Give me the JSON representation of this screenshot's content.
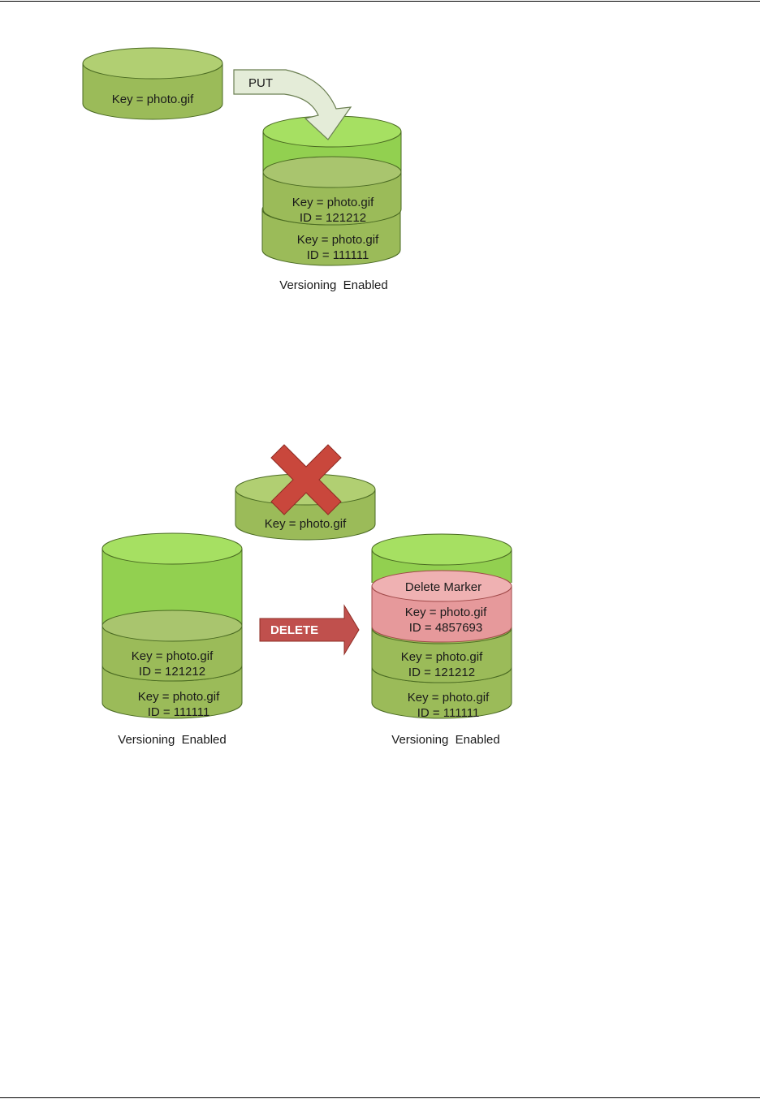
{
  "colors": {
    "object_fill": "#9bbb59",
    "object_top": "#b1cf72",
    "object_stroke": "#4a6a22",
    "bucket_fill": "#92d050",
    "bucket_top": "#a6e062",
    "delete_marker_fill": "#e6999b",
    "delete_marker_top": "#efb1b2",
    "delete_marker_stroke": "#a04848",
    "put_arrow_fill": "#e4ecd8",
    "delete_arrow_fill": "#c0504d",
    "cross_fill": "#c9473c",
    "rule_line": "#000000"
  },
  "put_diagram": {
    "incoming_object": {
      "label": "Key = photo.gif"
    },
    "arrow_label": "PUT",
    "bucket": {
      "versions": [
        {
          "key": "Key = photo.gif",
          "id": "ID = 121212"
        },
        {
          "key": "Key = photo.gif",
          "id": "ID = 111111"
        }
      ],
      "caption": "Versioning  Enabled"
    }
  },
  "delete_diagram": {
    "deleted_object": {
      "label": "Key = photo.gif",
      "icon": "cross-icon"
    },
    "arrow_label": "DELETE",
    "before_bucket": {
      "versions": [
        {
          "key": "Key = photo.gif",
          "id": "ID = 121212"
        },
        {
          "key": "Key = photo.gif",
          "id": "ID = 111111"
        }
      ],
      "caption": "Versioning  Enabled"
    },
    "after_bucket": {
      "delete_marker": {
        "title": "Delete Marker",
        "key": "Key = photo.gif",
        "id": "ID = 4857693"
      },
      "versions": [
        {
          "key": "Key = photo.gif",
          "id": "ID = 121212"
        },
        {
          "key": "Key = photo.gif",
          "id": "ID = 111111"
        }
      ],
      "caption": "Versioning  Enabled"
    }
  }
}
